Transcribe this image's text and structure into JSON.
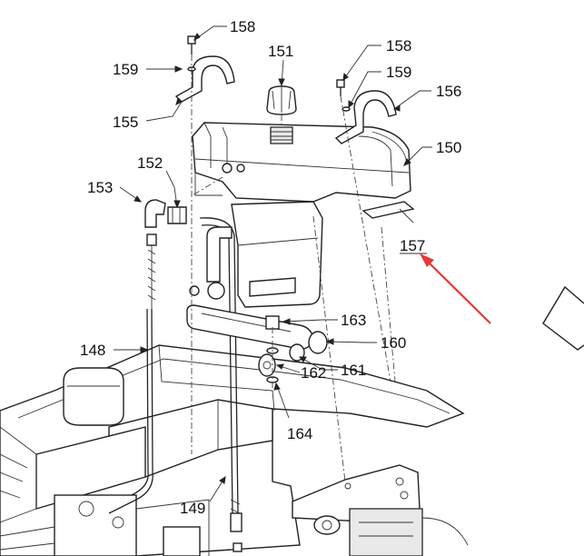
{
  "colors": {
    "line": "#222222",
    "arrow_red": "#e53935",
    "background": "#ffffff"
  },
  "callouts": {
    "c148": "148",
    "c149": "149",
    "c150": "150",
    "c151": "151",
    "c152": "152",
    "c153": "153",
    "c155": "155",
    "c156": "156",
    "c157": "157",
    "c158a": "158",
    "c158b": "158",
    "c159a": "159",
    "c159b": "159",
    "c160": "160",
    "c161": "161",
    "c162": "162",
    "c163": "163",
    "c164": "164"
  },
  "icons": {
    "pointer": "red-arrow-icon",
    "nav": "view-arrow-icon"
  }
}
